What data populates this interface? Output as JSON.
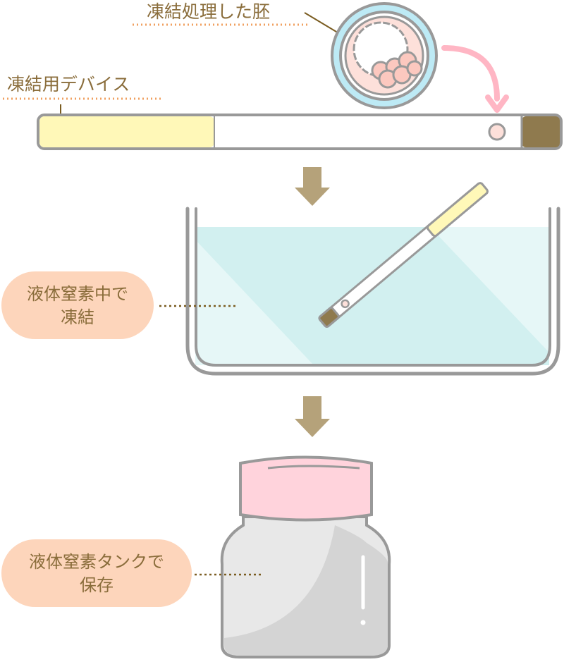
{
  "labels": {
    "embryo": "凍結処理した胚",
    "device": "凍結用デバイス",
    "freeze_line1": "液体窒素中で",
    "freeze_line2": "凍結",
    "store_line1": "液体窒素タンクで",
    "store_line2": "保存"
  },
  "colors": {
    "text": "#8a6d3b",
    "bubble": "#fdd5bb",
    "arrow": "#b5a27a",
    "liquid": "#d2f0f0",
    "cap": "#ffd3dc",
    "device_yellow": "#fff8b8",
    "device_tip": "#8f7a4e",
    "pink_arrow": "#ffb6c4"
  }
}
